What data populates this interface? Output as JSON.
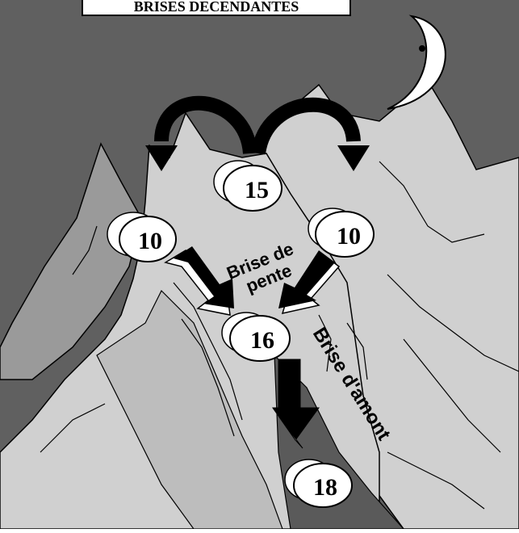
{
  "title": "BRISES DECENDANTES",
  "labels": {
    "slope_line1": "Brise de",
    "slope_line2": "pente",
    "valley": "Brise d'amont"
  },
  "temperatures": {
    "top": "15",
    "left": "10",
    "right": "10",
    "center": "16",
    "bottom": "18"
  },
  "colors": {
    "sky": "#606060",
    "mountain_light": "#d0d0d0",
    "mountain_mid": "#9a9a9a",
    "arrow": "#000000",
    "bubble": "#ffffff"
  },
  "icons": [
    "moon-icon"
  ]
}
